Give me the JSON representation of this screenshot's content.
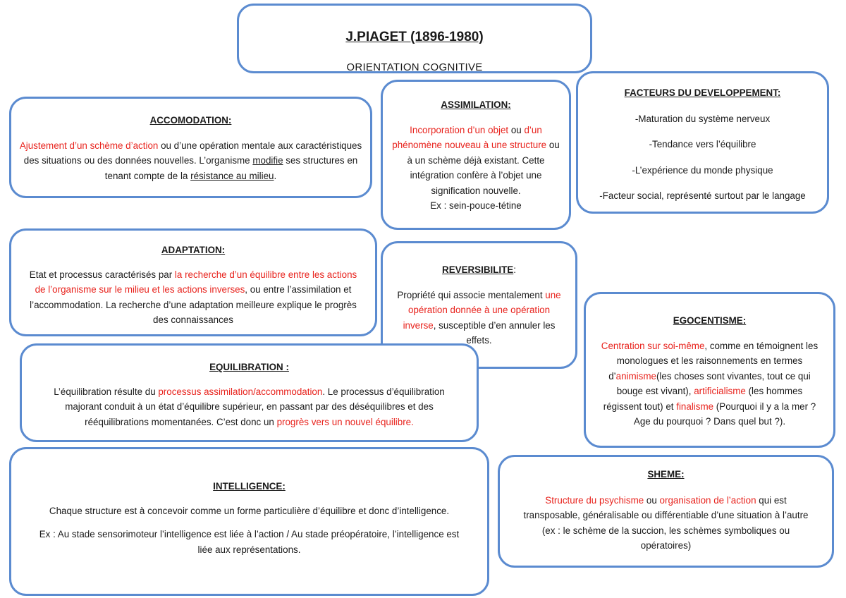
{
  "title": {
    "main": "J.PIAGET (1896-1980)",
    "subtitle": "ORIENTATION COGNITIVE"
  },
  "accomodation": {
    "heading": "ACCOMODATION:",
    "red1": "Ajustement d’un schème d’action",
    "t1": " ou d’une opération mentale aux caractéristiques des  situations ou des données nouvelles. L’organisme ",
    "u1": "modifie",
    "t2": " ses structures en tenant compte de la ",
    "u2": "résistance au milieu",
    "t3": "."
  },
  "assimilation": {
    "heading": "ASSIMILATION:",
    "red1": "Incorporation d’un objet",
    "t1": " ou ",
    "red2": "d’un phénomène nouveau à une structure",
    "t2": " ou à un schème déjà existant. Cette intégration confère à l’objet une signification nouvelle.",
    "example": "Ex : sein-pouce-tétine"
  },
  "facteurs": {
    "heading": "FACTEURS DU DEVELOPPEMENT:",
    "items": [
      "-Maturation du système nerveux",
      "-Tendance vers l’équilibre",
      "-L’expérience du monde physique",
      "-Facteur social, représenté surtout par le langage"
    ]
  },
  "adaptation": {
    "heading": "ADAPTATION:",
    "t1": "Etat et processus caractérisés par ",
    "red1": "la recherche d’un équilibre entre les actions de l’organisme sur le milieu et les actions inverses",
    "t2": ", ou entre l’assimilation et l’accommodation. La recherche d’une adaptation meilleure explique le progrès des connaissances"
  },
  "reversibilite": {
    "heading": "REVERSIBILITE",
    "colon": ":",
    "t1": "Propriété qui associe mentalement ",
    "red1": "une opération donnée à une opération inverse",
    "t2": ", susceptible d’en annuler les effets."
  },
  "egocentisme": {
    "heading": "EGOCENTISME:",
    "red1": "Centration sur soi-même",
    "t1": ", comme en témoignent les monologues et les raisonnements en termes d’",
    "red2": "animisme",
    "t2": "(les choses sont vivantes, tout ce qui bouge est vivant), ",
    "red3": "artificialisme",
    "t3": " (les hommes régissent tout) et ",
    "red4": "finalisme",
    "t4": " (Pourquoi il y a la mer ? Age du pourquoi ? Dans quel but ?)."
  },
  "equilibration": {
    "heading": "EQUILIBRATION :",
    "t1": "L’équilibration résulte du ",
    "red1": "processus assimilation/accommodation",
    "t2": ". Le processus d’équilibration majorant conduit à un état d’équilibre supérieur, en passant par des déséquilibres et des rééquilibrations momentanées. C’est donc un ",
    "red2": "progrès vers un nouvel équilibre."
  },
  "intelligence": {
    "heading": "INTELLIGENCE:",
    "p1": "Chaque structure est à concevoir comme un forme particulière d’équilibre et donc d’intelligence.",
    "p2": "Ex : Au stade sensorimoteur l’intelligence est liée à l’action / Au stade préopératoire, l’intelligence est liée aux représentations."
  },
  "sheme": {
    "heading": "SHEME:",
    "red1": "Structure du psychisme",
    "t1": " ou ",
    "red2": "organisation de l’action",
    "t2": " qui est transposable, généralisable ou différentiable d’une situation à l’autre (ex : le schème de la succion, les schèmes symboliques ou opératoires)"
  },
  "colors": {
    "border": "#5b8bd0",
    "highlight": "#e8231d"
  }
}
